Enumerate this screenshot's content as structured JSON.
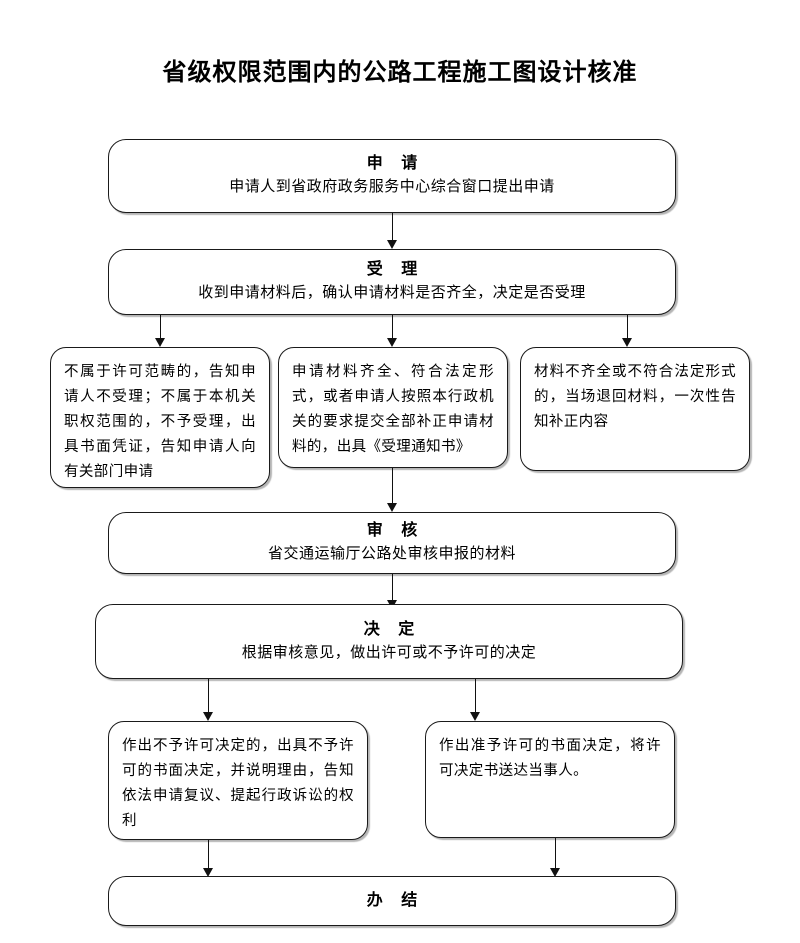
{
  "title": "省级权限范围内的公路工程施工图设计核准",
  "nodes": {
    "apply": {
      "heading": "申 请",
      "body": "申请人到省政府政务服务中心综合窗口提出申请"
    },
    "accept": {
      "heading": "受 理",
      "body": "收到申请材料后，确认申请材料是否齐全，决定是否受理"
    },
    "branch_left": {
      "text": "不属于许可范畴的，告知申请人不受理；不属于本机关职权范围的，不予受理，出具书面凭证，告知申请人向有关部门申请"
    },
    "branch_middle": {
      "text": "申请材料齐全、符合法定形式，或者申请人按照本行政机关的要求提交全部补正申请材料的，出具《受理通知书》"
    },
    "branch_right": {
      "text": "材料不齐全或不符合法定形式的，当场退回材料，一次性告知补正内容"
    },
    "review": {
      "heading": "审 核",
      "body": "省交通运输厅公路处审核申报的材料"
    },
    "decide": {
      "heading": "决 定",
      "body": "根据审核意见，做出许可或不予许可的决定"
    },
    "result_left": {
      "text": "作出不予许可决定的，出具不予许可的书面决定，并说明理由，告知依法申请复议、提起行政诉讼的权利"
    },
    "result_right": {
      "text": "作出准予许可的书面决定，将许可决定书送达当事人。"
    },
    "finish": {
      "heading": "办 结"
    }
  },
  "colors": {
    "background": "#ffffff",
    "border": "#1a1a1a",
    "text": "#000000",
    "shadow": "#787878"
  }
}
